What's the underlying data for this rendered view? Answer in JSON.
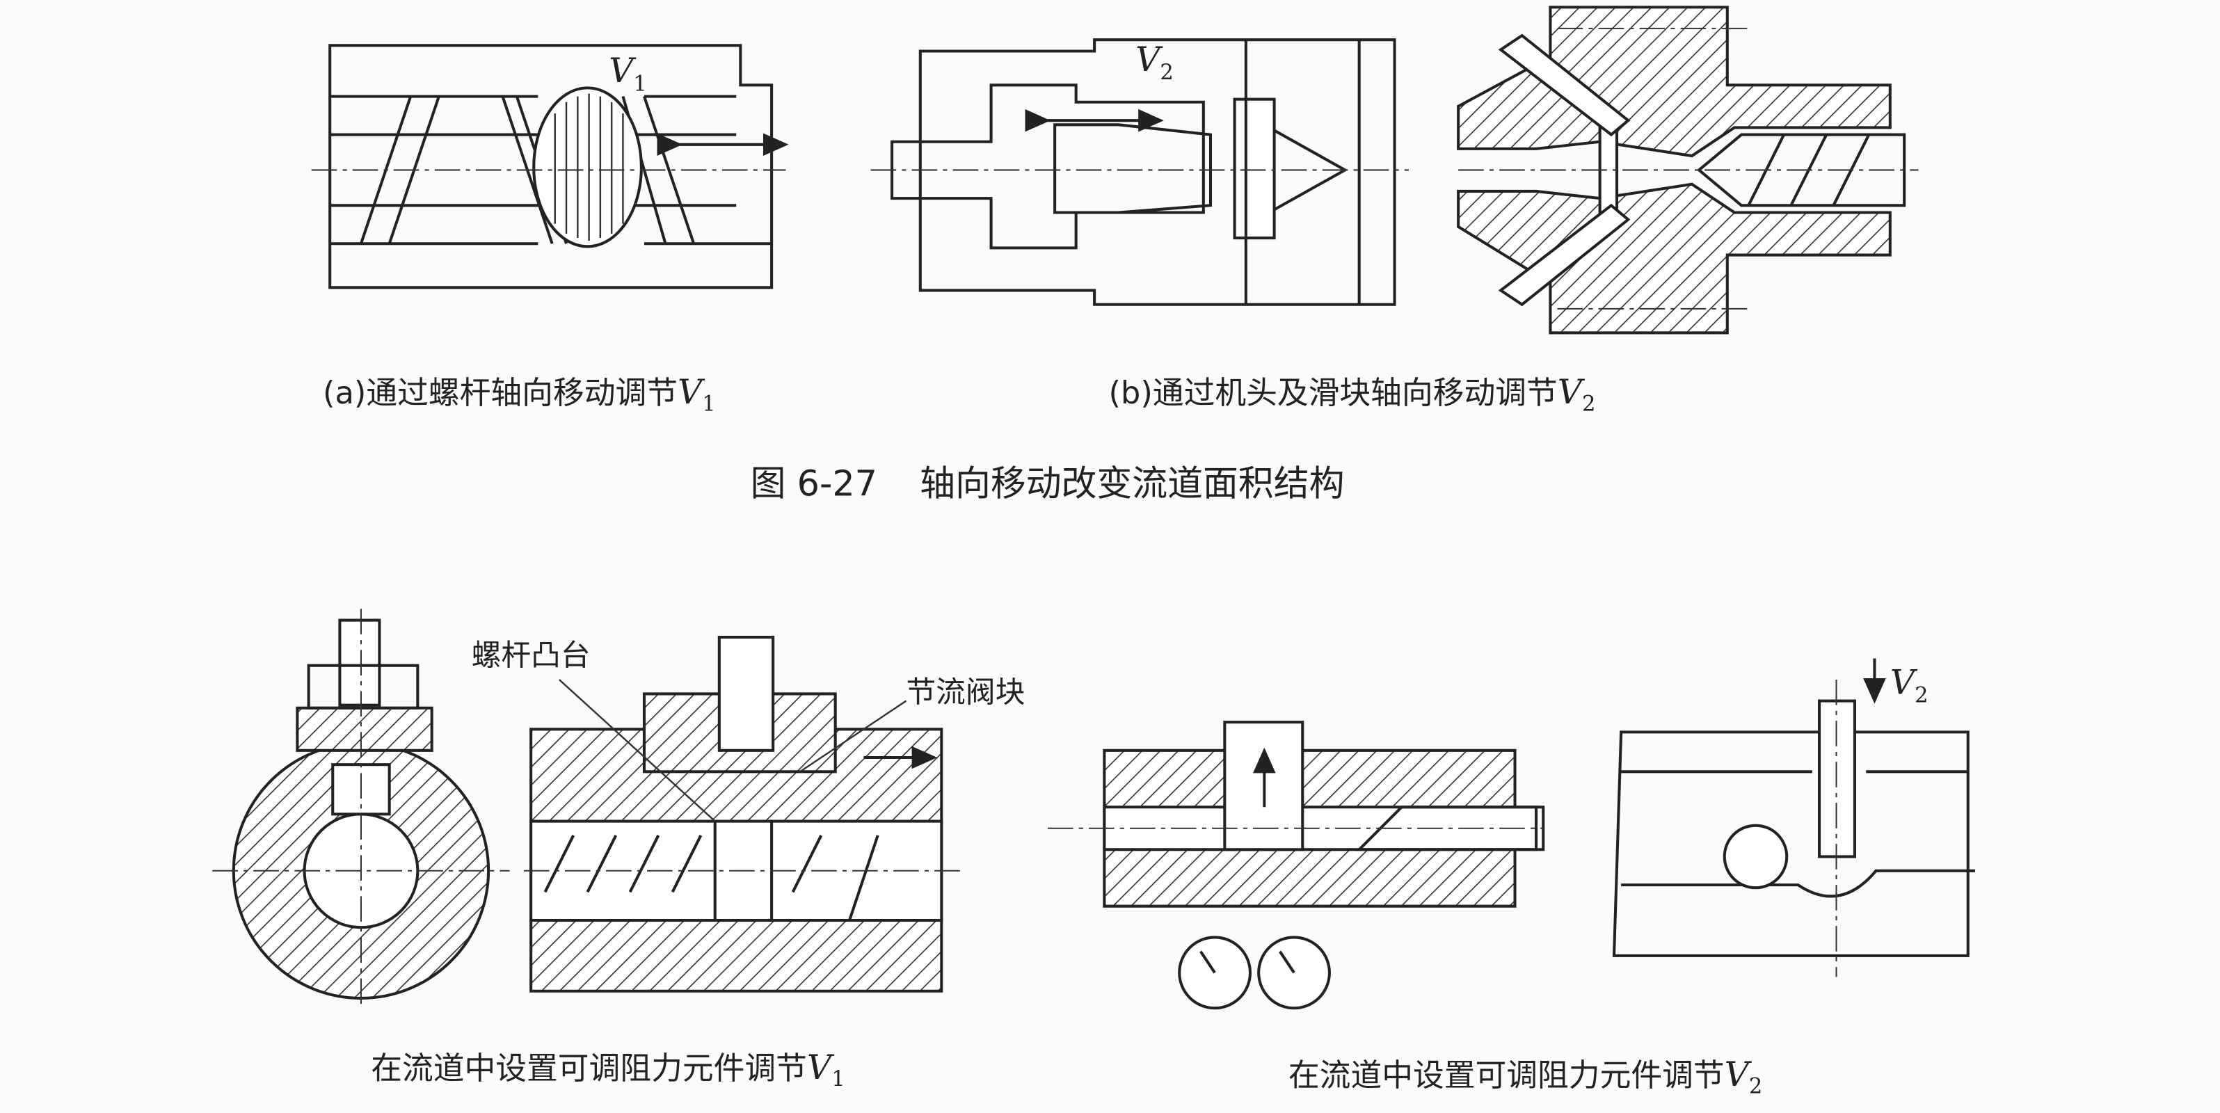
{
  "figure_a": {
    "caption": "(a)通过螺杆轴向移动调节",
    "var": "V",
    "sub": "1",
    "label_var": "V",
    "label_sub": "1"
  },
  "figure_b": {
    "caption": "(b)通过机头及滑块轴向移动调节",
    "var": "V",
    "sub": "2",
    "label_var": "V",
    "label_sub": "2"
  },
  "figure_title": {
    "number": "图 6-27",
    "text": "轴向移动改变流道面积结构"
  },
  "figure_d": {
    "caption": "在流道中设置可调阻力元件调节",
    "var": "V",
    "sub": "1",
    "callout_boss": "螺杆凸台",
    "callout_valve": "节流阀块"
  },
  "figure_e": {
    "caption": "在流道中设置可调阻力元件调节",
    "var": "V",
    "sub": "2",
    "label_var": "V",
    "label_sub": "2"
  }
}
